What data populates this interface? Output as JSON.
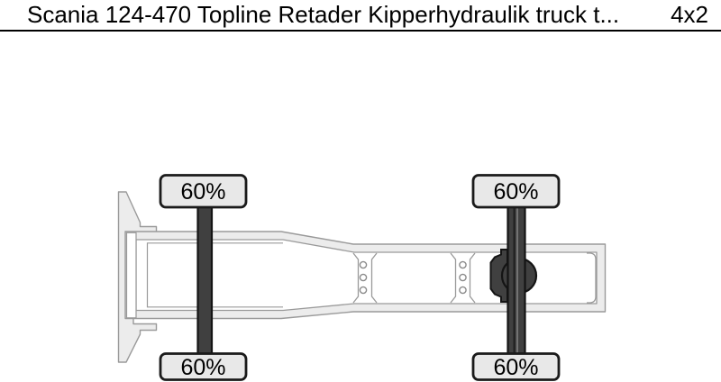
{
  "header": {
    "title": "Scania 124-470 Topline Retader Kipperhydraulik truck t...",
    "axle_config": "4x2"
  },
  "diagram": {
    "kind": "truck-chassis-top-view",
    "tires": {
      "front_top": "60%",
      "front_bottom": "60%",
      "rear_top": "60%",
      "rear_bottom": "60%"
    },
    "colors": {
      "frame_fill": "#ececec",
      "frame_stroke": "#9a9a9a",
      "axle_fill": "#404040",
      "axle_stroke": "#141414",
      "tire_fill": "#e8e8e8",
      "tire_stroke": "#1a1a1a",
      "divider": "#000000",
      "text": "#000000"
    }
  }
}
